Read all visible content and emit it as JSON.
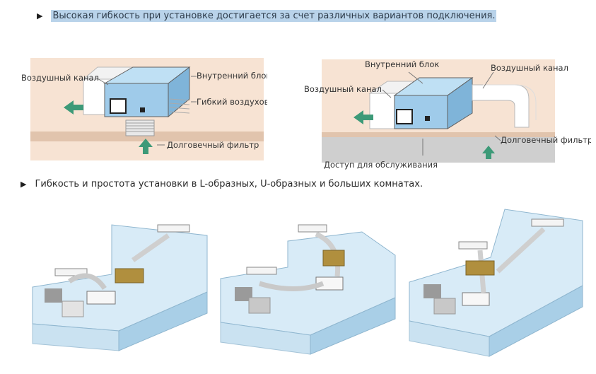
{
  "bullets": {
    "top": "Высокая гибкость при установке достигается за счет различных вариантов подключения.",
    "middle": "Гибкость и простота установки в L-образных, U-образных и больших комнатах."
  },
  "diagram_left": {
    "labels": {
      "air_duct": "Воздушный канал",
      "indoor_unit": "Внутренний блок",
      "flex_duct": "Гибкий воздуховод",
      "filter": "Долговечный фильтр"
    }
  },
  "diagram_right": {
    "labels": {
      "indoor_unit": "Внутренний блок",
      "air_duct_left": "Воздушный канал",
      "air_duct_right": "Воздушный канал",
      "filter": "Долговечный фильтр",
      "service": "Доступ для обслуживания"
    }
  },
  "colors": {
    "panel_bg": "#f7e3d3",
    "unit_blue": "#9fcbea",
    "arrow_green": "#3d9a78",
    "highlight": "#b9d3ea",
    "room_glass": "#cfe6f5"
  }
}
